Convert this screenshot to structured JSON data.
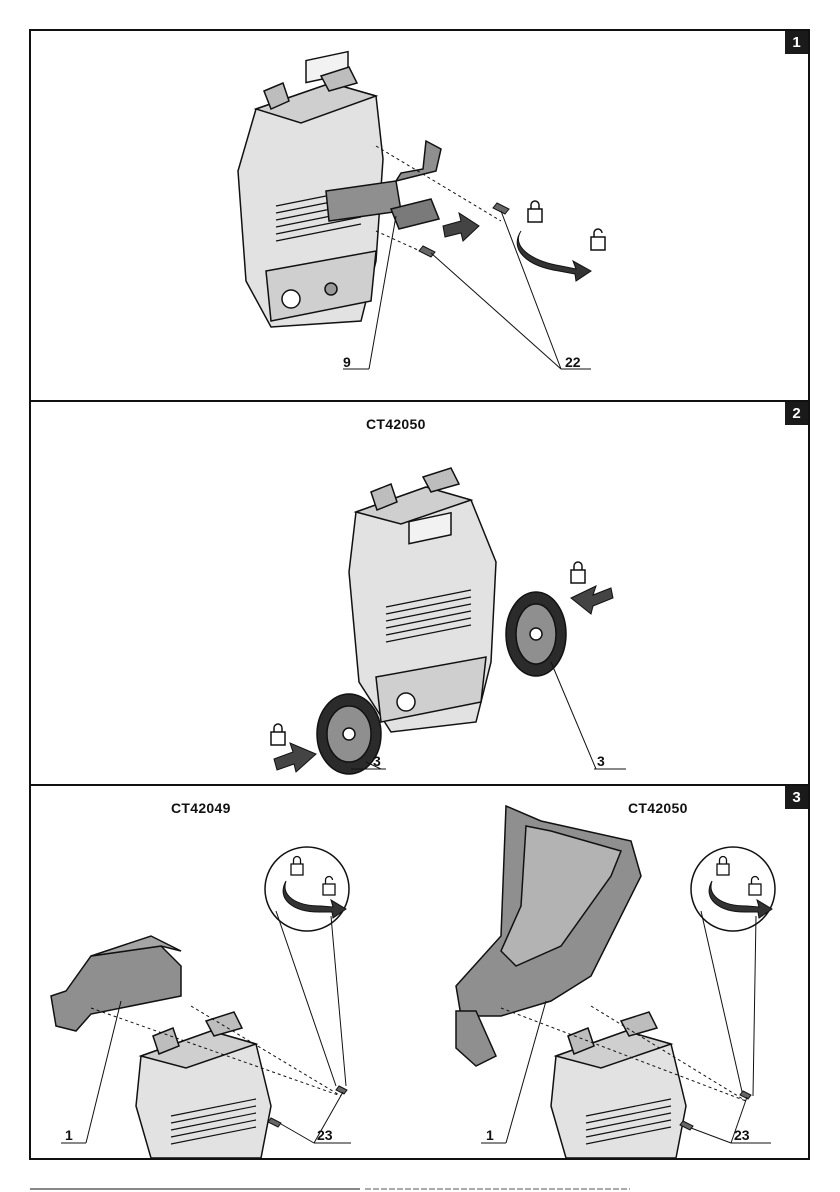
{
  "panels": [
    {
      "badge": "1",
      "model": "",
      "labels": [
        "9",
        "22"
      ]
    },
    {
      "badge": "2",
      "model": "CT42050",
      "labels": [
        "3",
        "3"
      ]
    },
    {
      "badge": "3",
      "model_left": "CT42049",
      "model_right": "CT42050",
      "labels_left": [
        "1",
        "23"
      ],
      "labels_right": [
        "1",
        "23"
      ]
    }
  ],
  "icons": [
    "lock-closed-icon",
    "lock-open-icon",
    "push-arrow-icon",
    "rotate-arrow-icon",
    "screw-icon"
  ],
  "colors": {
    "line": "#111111",
    "machine_fill": "#d9d9d9",
    "part_fill": "#8f8f8f",
    "dark": "#2b2b2b"
  }
}
